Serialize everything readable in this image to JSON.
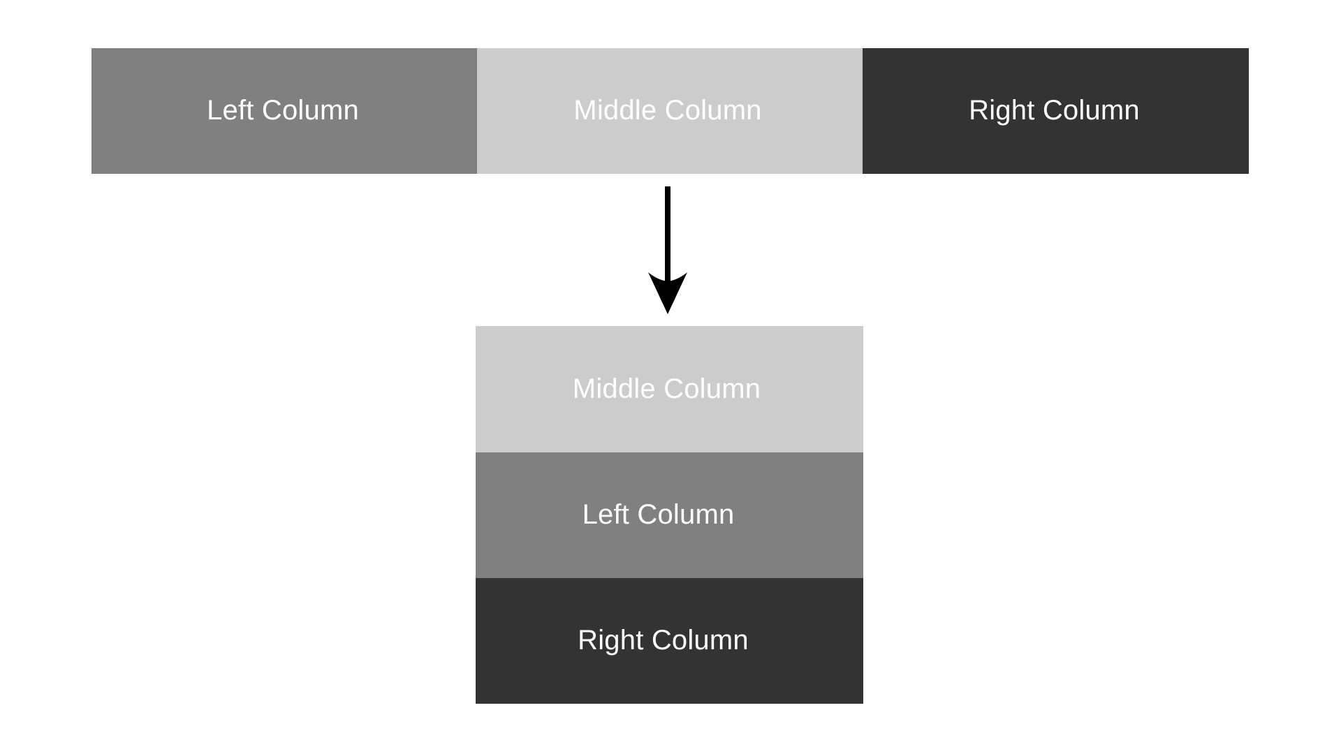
{
  "diagram": {
    "type": "column-reorder-flow",
    "background_color": "#ffffff",
    "palette": {
      "left_column": "#808080",
      "middle_column": "#cccccc",
      "right_column": "#333333",
      "label_color": "#ffffff",
      "arrow_color": "#000000"
    },
    "source": {
      "orientation": "horizontal",
      "columns": [
        {
          "label": "Left Column",
          "color": "#808080",
          "key": "left"
        },
        {
          "label": "Middle Column",
          "color": "#cccccc",
          "key": "middle"
        },
        {
          "label": "Right Column",
          "color": "#333333",
          "key": "right"
        }
      ]
    },
    "arrow": {
      "name": "down-arrow-icon",
      "direction": "down",
      "color": "#000000"
    },
    "result": {
      "orientation": "vertical",
      "rows": [
        {
          "label": "Middle Column",
          "color": "#cccccc",
          "key": "middle"
        },
        {
          "label": "Left Column",
          "color": "#808080",
          "key": "left"
        },
        {
          "label": "Right Column",
          "color": "#333333",
          "key": "right"
        }
      ]
    }
  }
}
